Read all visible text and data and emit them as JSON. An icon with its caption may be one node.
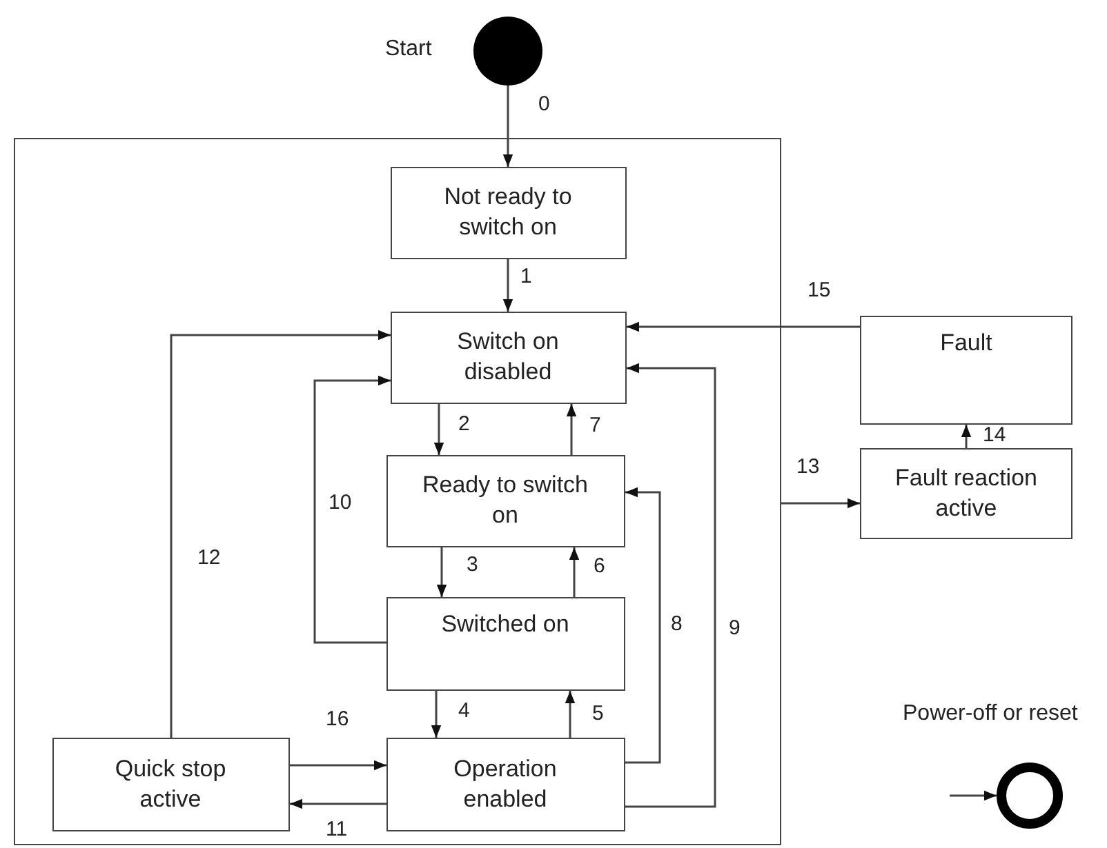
{
  "diagram": {
    "nodes": [
      {
        "text": [],
        "shape": "circle",
        "beside": [
          "Start"
        ]
      },
      {
        "text": [],
        "shape": "box"
      },
      {
        "text": [
          "Not ready to switch on"
        ],
        "in": 1
      },
      {
        "text": [
          "Switch on disabled"
        ],
        "in": 1
      },
      {
        "text": [
          "Ready to switch on"
        ],
        "in": 1
      },
      {
        "text": [
          "Switched on"
        ],
        "in": 1
      },
      {
        "text": [
          "Quick stop active"
        ],
        "in": 1
      },
      {
        "text": [
          "Operation enabled"
        ],
        "in": 1
      },
      {
        "text": [
          "Fault"
        ]
      },
      {
        "text": [
          "Fault reaction active"
        ]
      },
      {
        "text": [],
        "shape": "circle",
        "beside": [
          "Power-off or reset"
        ]
      }
    ],
    "edges": [
      {
        "from": 0,
        "to": 2,
        "arrow": "to",
        "label": "0"
      },
      {
        "from": 2,
        "to": 3,
        "arrow": "to",
        "label": "1"
      },
      {
        "from": 3,
        "to": 4,
        "arrow": "to",
        "label": "2"
      },
      {
        "from": 4,
        "to": 5,
        "arrow": "to",
        "label": "3"
      },
      {
        "from": 5,
        "to": 7,
        "arrow": "to",
        "label": "4"
      },
      {
        "from": 7,
        "to": 5,
        "arrow": "to",
        "label": "5"
      },
      {
        "from": 5,
        "to": 4,
        "arrow": "to",
        "label": "6"
      },
      {
        "from": 4,
        "to": 3,
        "arrow": "to",
        "label": "7"
      },
      {
        "from": 7,
        "to": 4,
        "arrow": "to",
        "label": "8"
      },
      {
        "from": 7,
        "to": 3,
        "arrow": "to",
        "label": "9"
      },
      {
        "from": 5,
        "to": 3,
        "arrow": "to",
        "label": "10"
      },
      {
        "from": 7,
        "to": 6,
        "arrow": "to",
        "label": "11"
      },
      {
        "from": 6,
        "to": 3,
        "arrow": "to",
        "label": "12"
      },
      {
        "from": 1,
        "to": 9,
        "arrow": "to",
        "label": "13"
      },
      {
        "from": 9,
        "to": 8,
        "arrow": "to",
        "label": "14"
      },
      {
        "from": 8,
        "to": 3,
        "arrow": "to",
        "label": "15"
      },
      {
        "from": 6,
        "to": 7,
        "arrow": "to",
        "label": "16"
      },
      {
        "from": null,
        "to": 10,
        "arrow": "to"
      }
    ]
  }
}
